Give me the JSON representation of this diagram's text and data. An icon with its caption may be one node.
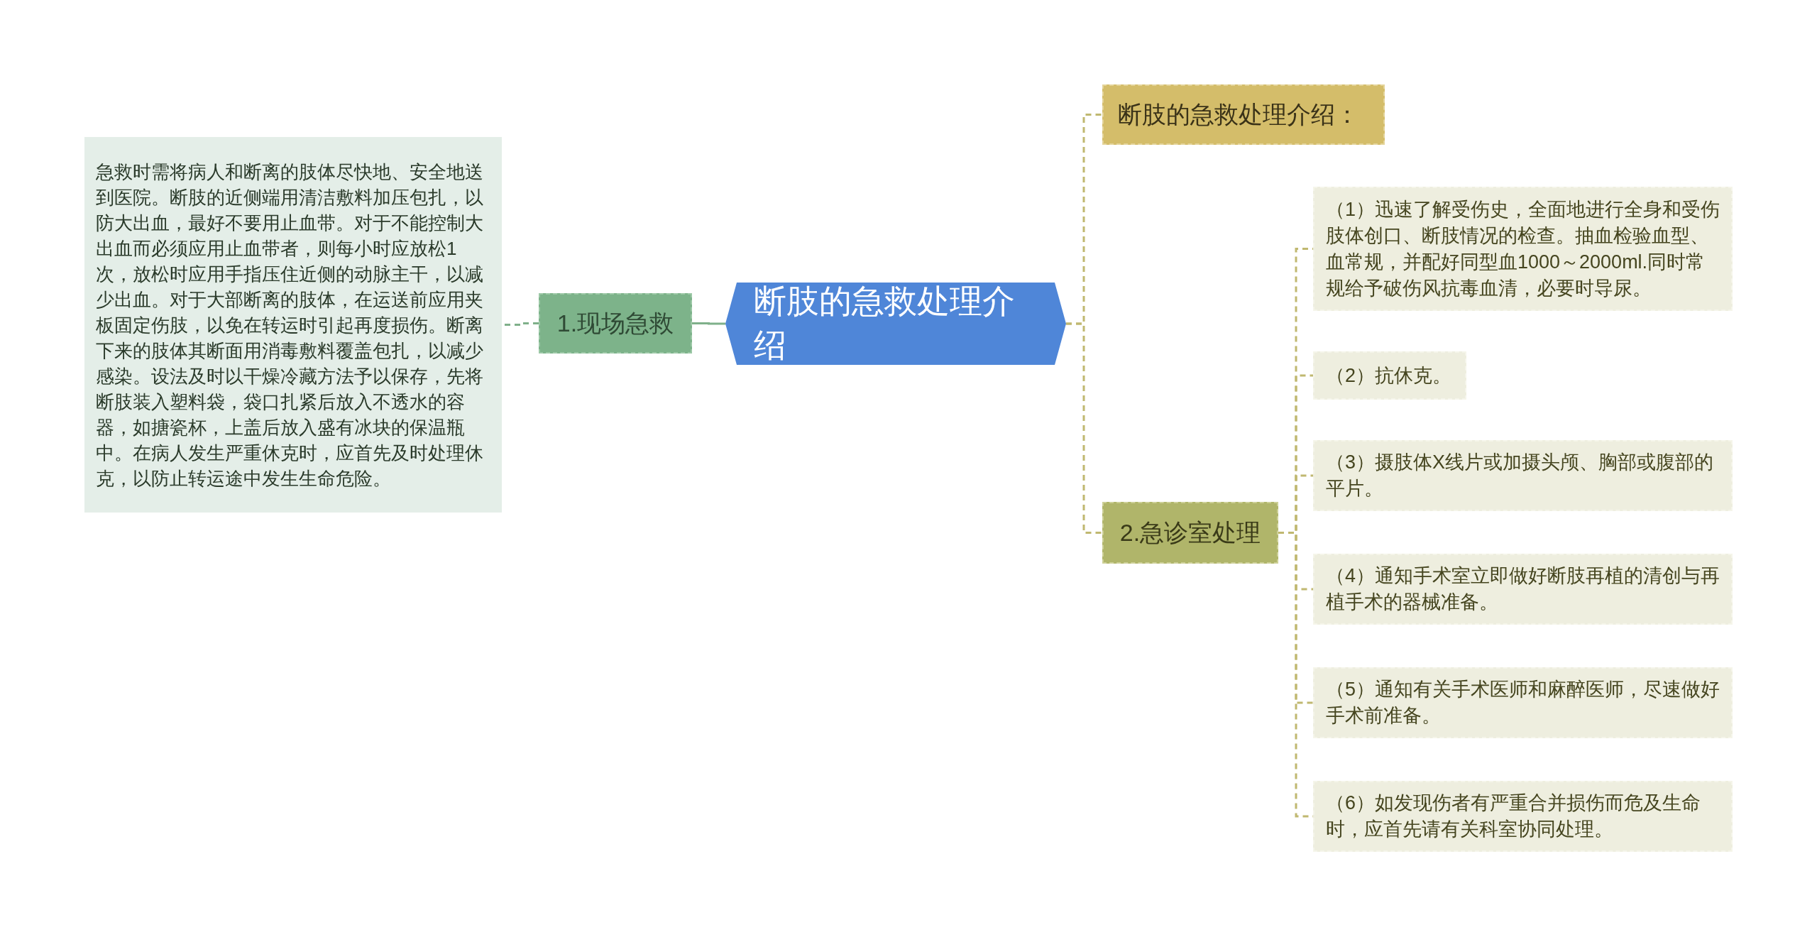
{
  "diagram": {
    "nodes": [
      {
        "text": [
          "断肢的急救处理介绍"
        ]
      },
      {
        "text": [
          "1.现场急救"
        ]
      },
      {
        "text": [
          "急救时需将病人和断离的肢体尽快地、安全地送到医院。断肢的近侧端用清洁敷料加压包扎，以防大出血，最好不要用止血带。对于不能控制大出血而必须应用止血带者，则每小时应放松1次，放松时应用手指压住近侧的动脉主干，以减少出血。对于大部断离的肢体，在运送前应用夹板固定伤肢，以免在转运时引起再度损伤。断离下来的肢体其断面用消毒敷料覆盖包扎，以减少感染。设法及时以干燥冷藏方法予以保存，先将断肢装入塑料袋，袋口扎紧后放入不透水的容器，如搪瓷杯，上盖后放入盛有冰块的保温瓶中。在病人发生严重休克时，应首先及时处理休克，以防止转运途中发生生命危险。"
        ]
      },
      {
        "text": [
          "断肢的急救处理介绍："
        ]
      },
      {
        "text": [
          "2.急诊室处理"
        ]
      },
      {
        "text": [
          "（1）迅速了解受伤史，全面地进行全身和受伤肢体创口、断肢情况的检查。抽血检验血型、血常规，并配好同型血1000～2000ml.同时常规给予破伤风抗毒血清，必要时导尿。"
        ]
      },
      {
        "text": [
          "（2）抗休克。"
        ]
      },
      {
        "text": [
          "（3）摄肢体X线片或加摄头颅、胸部或腹部的平片。"
        ]
      },
      {
        "text": [
          "（4）通知手术室立即做好断肢再植的清创与再植手术的器械准备。"
        ]
      },
      {
        "text": [
          "（5）通知有关手术医师和麻醉医师，尽速做好手术前准备。"
        ]
      },
      {
        "text": [
          "（6）如发现伤者有严重合并损伤而危及生命时，应首先请有关科室协同处理。"
        ]
      }
    ],
    "edges": [
      {
        "from": 0,
        "to": 1,
        "arrow": "none",
        "color": "#7fb08a"
      },
      {
        "from": 1,
        "to": 2,
        "arrow": "none",
        "color": "#7fb08a",
        "style": "dashed"
      },
      {
        "from": 0,
        "to": 3,
        "arrow": "none",
        "style": "dashed"
      },
      {
        "from": 0,
        "to": 4,
        "arrow": "none",
        "style": "dashed"
      },
      {
        "from": 4,
        "to": 5,
        "arrow": "none",
        "style": "dashed"
      },
      {
        "from": 4,
        "to": 6,
        "arrow": "none",
        "style": "dashed"
      },
      {
        "from": 4,
        "to": 7,
        "arrow": "none",
        "style": "dashed"
      },
      {
        "from": 4,
        "to": 8,
        "arrow": "none",
        "style": "dashed"
      },
      {
        "from": 4,
        "to": 9,
        "arrow": "none",
        "style": "dashed"
      },
      {
        "from": 4,
        "to": 10,
        "arrow": "none",
        "style": "dashed"
      }
    ]
  }
}
